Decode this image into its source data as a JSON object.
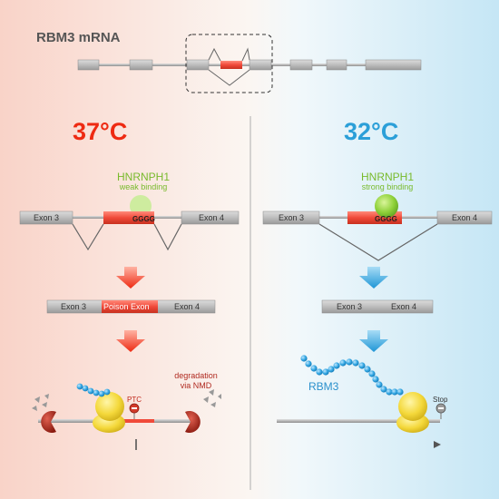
{
  "title": "RBM3 mRNA",
  "left": {
    "temperature": "37°C",
    "protein": "HNRNPH1",
    "binding": "weak binding",
    "exon_a": "Exon 3",
    "exon_b": "Exon 4",
    "motif": "GGGG",
    "product_exon_a": "Exon 3",
    "product_middle": "Poison Exon",
    "product_exon_b": "Exon 4",
    "ptc": "PTC",
    "fate": "degradation\nvia NMD"
  },
  "right": {
    "temperature": "32°C",
    "protein": "HNRNPH1",
    "binding": "strong binding",
    "exon_a": "Exon 3",
    "exon_b": "Exon 4",
    "motif": "GGGG",
    "product_exon_a": "Exon 3",
    "product_exon_b": "Exon 4",
    "protein_product": "RBM3",
    "stop": "Stop"
  },
  "colors": {
    "hot": "#ee2a12",
    "cold": "#2b9fd8",
    "hnrnph1": "#78ba2c",
    "exon_gray": "#b5b5b5",
    "poison_exon": "#f04a3a",
    "ribosome": "#f2d230"
  }
}
